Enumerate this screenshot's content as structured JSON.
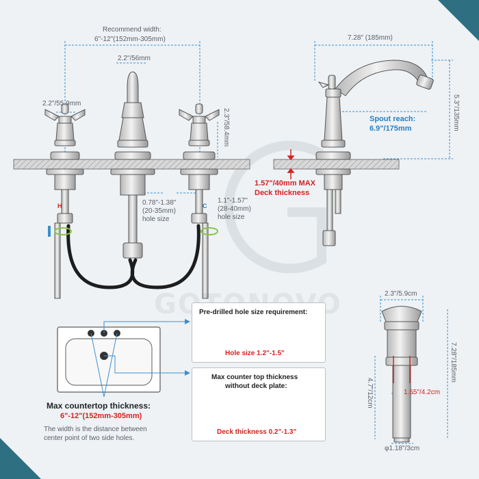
{
  "faucet": {
    "recommend_width_l1": "Recommend width:",
    "recommend_width_l2": "6\"-12\"(152mm-305mm)",
    "spout_width": "2.2\"/56mm",
    "handle_width": "2.2\"/55.9mm",
    "handle_height": "2.3\"/58.4mm",
    "center_hole_l1": "0.78\"-1.38\"",
    "center_hole_l2": "(20-35mm)",
    "center_hole_l3": "hole size",
    "side_hole_l1": "1.1\"-1.57\"",
    "side_hole_l2": "(28-40mm)",
    "side_hole_l3": "hole size",
    "hot_mark": "H",
    "cold_mark": "C"
  },
  "side_view": {
    "length": "7.28\" (185mm)",
    "spout_reach_l1": "Spout reach:",
    "spout_reach_l2": "6.9\"/175mm",
    "height": "5.3\"/135mm",
    "deck_l1": "1.57\"/40mm MAX",
    "deck_l2": "Deck thickness"
  },
  "watermark": "GOTONOVO",
  "countertop": {
    "title_l1": "Max countertop thickness:",
    "title_l2": "6\"-12\"(152mm-305mm)",
    "note_l1": "The width is the distance between",
    "note_l2": "center point of two side holes."
  },
  "hole_box": {
    "title": "Pre-drilled hole size requirement:",
    "caption": "Hole size 1.2\"-1.5\""
  },
  "deck_box": {
    "title_l1": "Max counter top thickness",
    "title_l2": "without deck plate:",
    "caption": "Deck thickness 0.2\"-1.3\""
  },
  "drain": {
    "top_width": "2.3\"/5.9cm",
    "total_height": "7.28\"/185mm",
    "lower_height": "4.7\"/12cm",
    "middle_width": "1.65\"/4.2cm",
    "pipe_diameter": "φ1.18\"/3cm"
  },
  "colors": {
    "background": "#eef2f5",
    "accent_blue": "#2a7fc0",
    "accent_red": "#d32222",
    "corner_teal": "#2e6f82",
    "hose": "#1d1d1d"
  }
}
